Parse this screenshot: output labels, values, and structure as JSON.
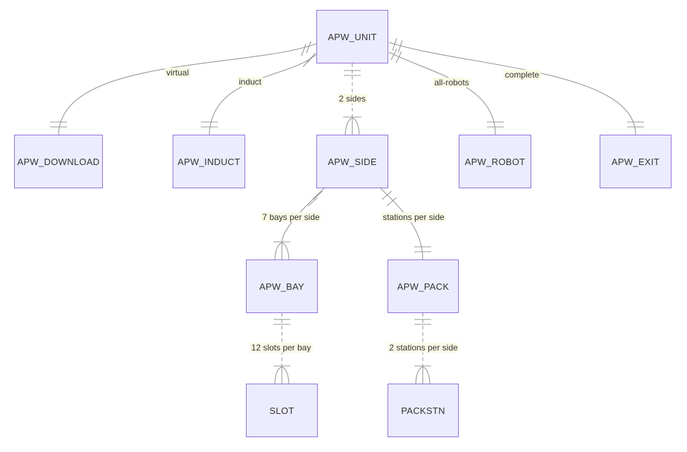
{
  "diagram": {
    "kind": "entity-relationship-diagram",
    "entities": {
      "unit": {
        "label": "APW_UNIT"
      },
      "download": {
        "label": "APW_DOWNLOAD"
      },
      "induct": {
        "label": "APW_INDUCT"
      },
      "side": {
        "label": "APW_SIDE"
      },
      "robot": {
        "label": "APW_ROBOT"
      },
      "exit": {
        "label": "APW_EXIT"
      },
      "bay": {
        "label": "APW_BAY"
      },
      "pack": {
        "label": "APW_PACK"
      },
      "slot": {
        "label": "SLOT"
      },
      "packstn": {
        "label": "PACKSTN"
      }
    },
    "relationships": {
      "unit_download": {
        "label": "virtual",
        "from": "APW_UNIT",
        "to": "APW_DOWNLOAD",
        "from_cardinality": "exactly-one",
        "to_cardinality": "exactly-one",
        "line_style": "solid"
      },
      "unit_induct": {
        "label": "induct",
        "from": "APW_UNIT",
        "to": "APW_INDUCT",
        "from_cardinality": "exactly-one",
        "to_cardinality": "exactly-one",
        "line_style": "solid"
      },
      "unit_side": {
        "label": "2 sides",
        "from": "APW_UNIT",
        "to": "APW_SIDE",
        "from_cardinality": "exactly-one",
        "to_cardinality": "one-or-more",
        "line_style": "dashed"
      },
      "unit_robot": {
        "label": "all-robots",
        "from": "APW_UNIT",
        "to": "APW_ROBOT",
        "from_cardinality": "exactly-one",
        "to_cardinality": "exactly-one",
        "line_style": "solid"
      },
      "unit_exit": {
        "label": "complete",
        "from": "APW_UNIT",
        "to": "APW_EXIT",
        "from_cardinality": "exactly-one",
        "to_cardinality": "exactly-one",
        "line_style": "solid"
      },
      "side_bay": {
        "label": "7 bays per side",
        "from": "APW_SIDE",
        "to": "APW_BAY",
        "from_cardinality": "exactly-one",
        "to_cardinality": "one-or-more",
        "line_style": "solid"
      },
      "side_pack": {
        "label": "stations per side",
        "from": "APW_SIDE",
        "to": "APW_PACK",
        "from_cardinality": "exactly-one",
        "to_cardinality": "exactly-one",
        "line_style": "solid"
      },
      "bay_slot": {
        "label": "12 slots per bay",
        "from": "APW_BAY",
        "to": "SLOT",
        "from_cardinality": "exactly-one",
        "to_cardinality": "one-or-more",
        "line_style": "dashed"
      },
      "pack_packstn": {
        "label": "2 stations per side",
        "from": "APW_PACK",
        "to": "PACKSTN",
        "from_cardinality": "exactly-one",
        "to_cardinality": "one-or-more",
        "line_style": "dashed"
      }
    }
  },
  "colors": {
    "entity-fill": "#ECECFF",
    "entity-border": "#9370DB",
    "edge": "#999999",
    "label-bg": "#fafae6",
    "text": "#333333"
  }
}
